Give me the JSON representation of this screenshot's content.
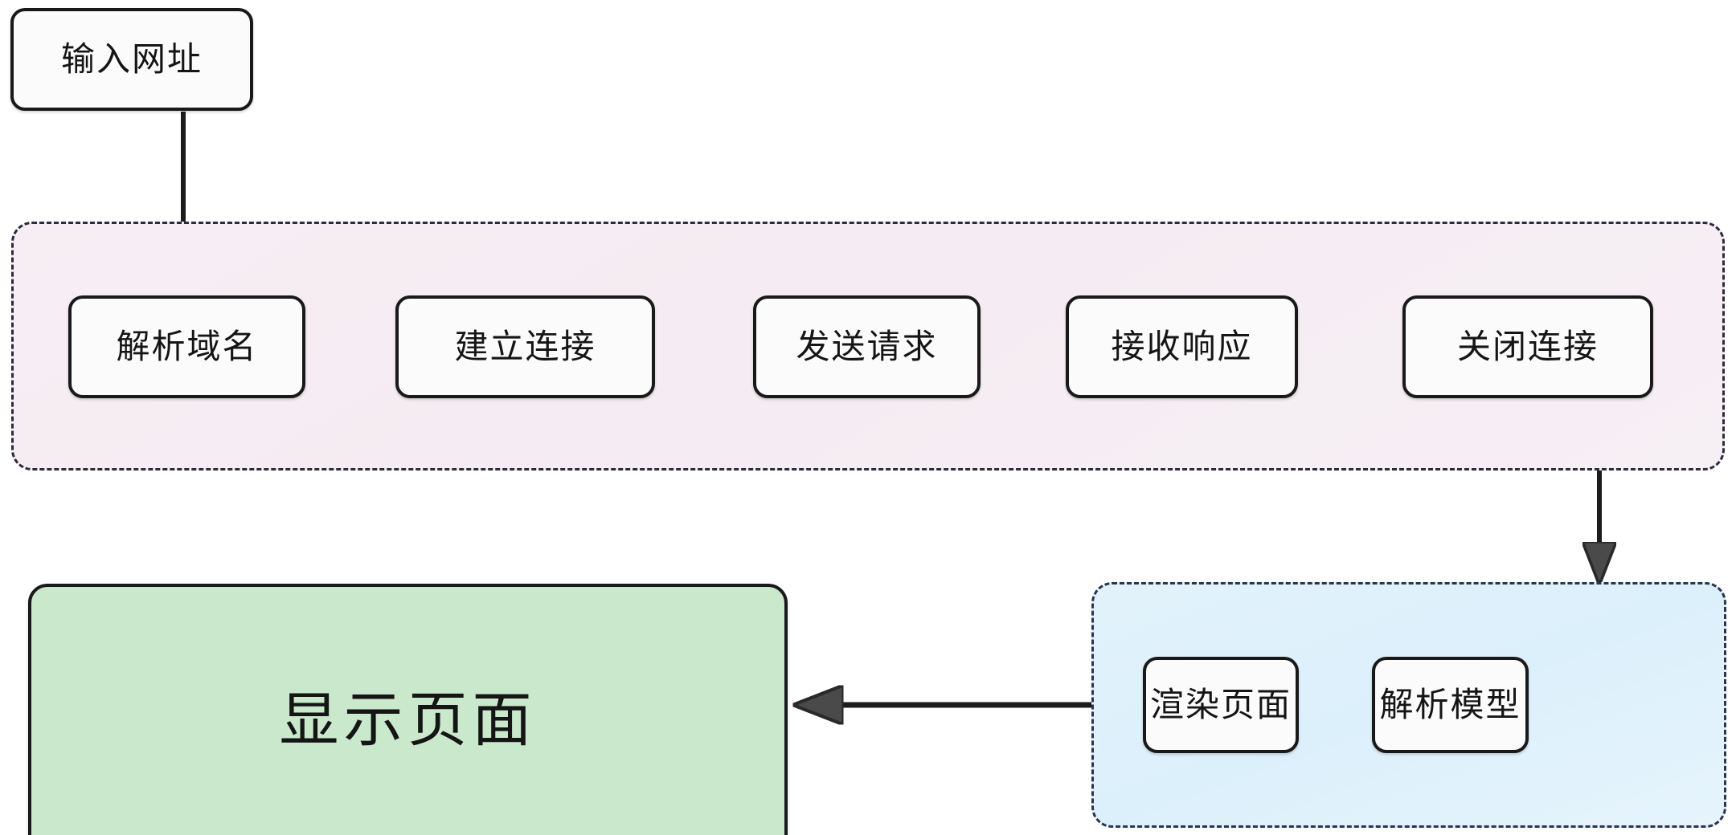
{
  "diagram": {
    "title": "",
    "type": "flowchart",
    "background": "#ffffff",
    "colors": {
      "node_border": "#191919",
      "node_fill": "#fbfbfb",
      "highlight_fill": "#c9e8cc",
      "group_network_fill": "#f5edf3",
      "group_network_border": "#2e2a3d",
      "group_render_fill": "#e0f1fb",
      "group_render_border": "#2b3550",
      "edge": "#1c1c1c"
    }
  },
  "nodes": {
    "input_url": "输入网址",
    "resolve_domain": "解析域名",
    "establish_connection": "建立连接",
    "send_request": "发送请求",
    "receive_response": "接收响应",
    "close_connection": "关闭连接",
    "display_page": "显示页面",
    "render_page": "渲染页面",
    "parse_model": "解析模型"
  },
  "groups": {
    "network_group_label": "",
    "render_group_label": ""
  },
  "edges": [
    {
      "from": "输入网址",
      "to": "解析域名",
      "direction": "down",
      "label": ""
    },
    {
      "from": "解析域名",
      "to": "建立连接",
      "direction": "right",
      "label": ""
    },
    {
      "from": "建立连接",
      "to": "发送请求",
      "direction": "right",
      "label": ""
    },
    {
      "from": "发送请求",
      "to": "接收响应",
      "direction": "right",
      "label": ""
    },
    {
      "from": "接收响应",
      "to": "关闭连接",
      "direction": "right",
      "label": ""
    },
    {
      "from": "关闭连接",
      "to": "解析模型",
      "direction": "down",
      "label": ""
    },
    {
      "from": "解析模型",
      "to": "渲染页面",
      "direction": "left",
      "label": ""
    },
    {
      "from": "渲染页面",
      "to": "显示页面",
      "direction": "left",
      "label": ""
    }
  ]
}
